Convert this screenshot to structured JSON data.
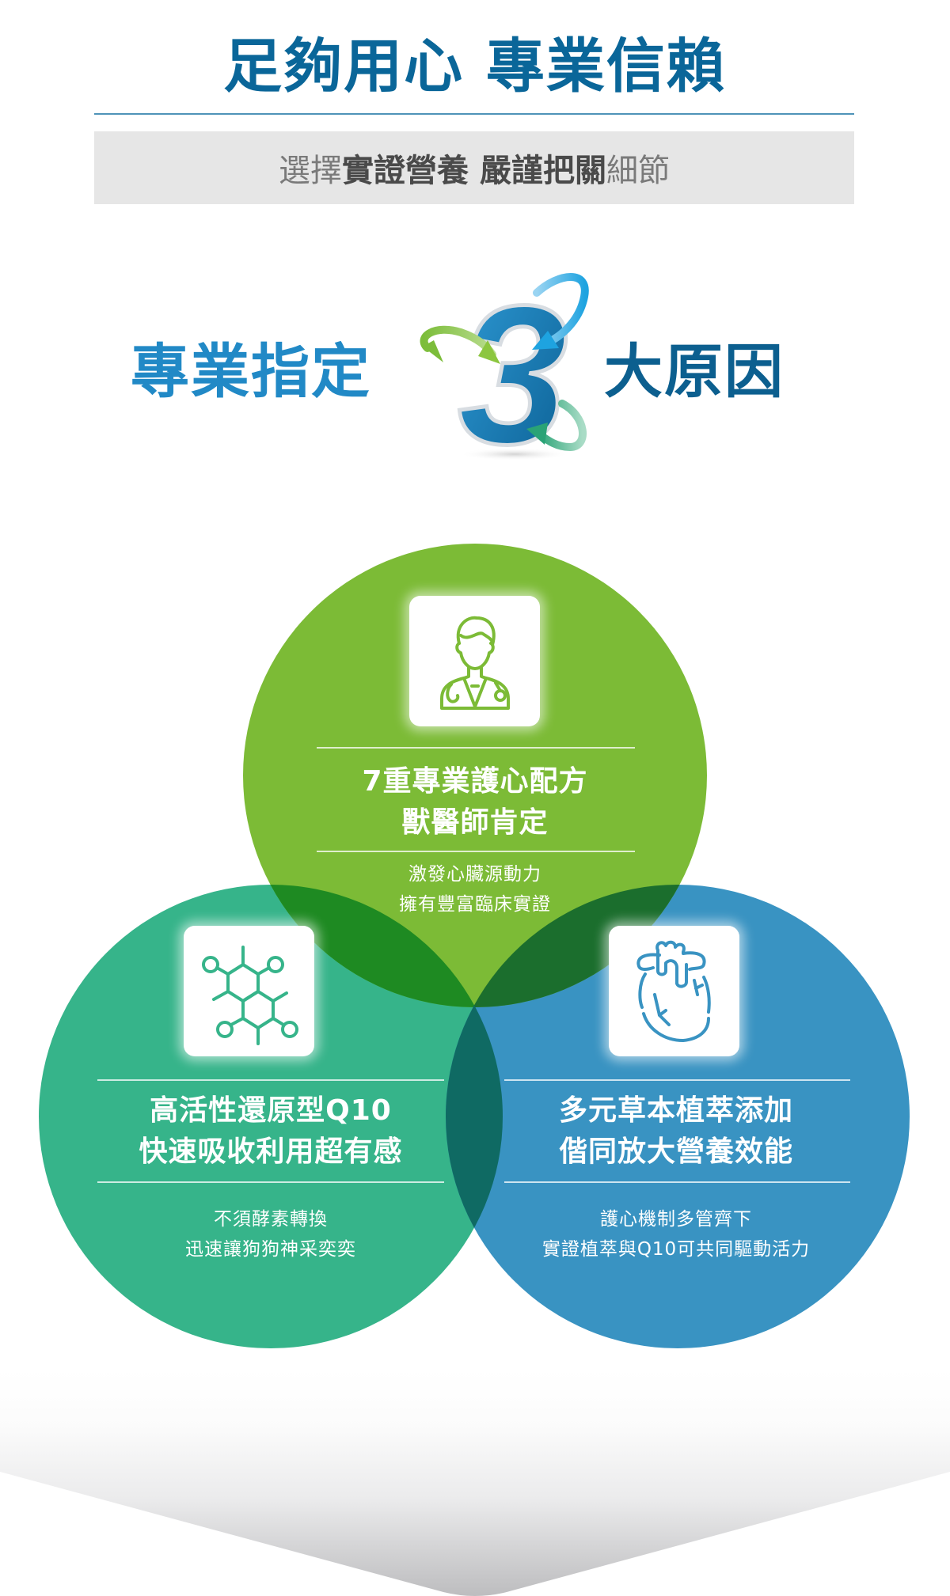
{
  "header": {
    "headline": "足夠用心 專業信賴",
    "subtitle": {
      "part1_light": "選擇",
      "part2_bold": "實證營養 嚴謹把關",
      "part3_light": "細節"
    }
  },
  "reasons_title": {
    "left": "專業指定",
    "number": "3",
    "right": "大原因"
  },
  "colors": {
    "headline_blue": "#0a6699",
    "green_circle": "#7cbb36",
    "teal_circle": "#36b48a",
    "blue_circle": "#3993c2",
    "overlap_green_teal": "#1e8a22",
    "overlap_green_blue": "#1b6e2d",
    "overlap_teal_blue": "#0f6a63"
  },
  "reasons": [
    {
      "icon": "doctor-icon",
      "title_line1": "7重專業護心配方",
      "title_line2": "獸醫師肯定",
      "desc_line1": "激發心臟源動力",
      "desc_line2": "擁有豐富臨床實證"
    },
    {
      "icon": "molecule-icon",
      "title_line1": "高活性還原型Q10",
      "title_line2": "快速吸收利用超有感",
      "desc_line1": "不須酵素轉換",
      "desc_line2": "迅速讓狗狗神采奕奕"
    },
    {
      "icon": "heart-icon",
      "title_line1": "多元草本植萃添加",
      "title_line2": "偕同放大營養效能",
      "desc_line1": "護心機制多管齊下",
      "desc_line2": "實證植萃與Q10可共同驅動活力"
    }
  ]
}
